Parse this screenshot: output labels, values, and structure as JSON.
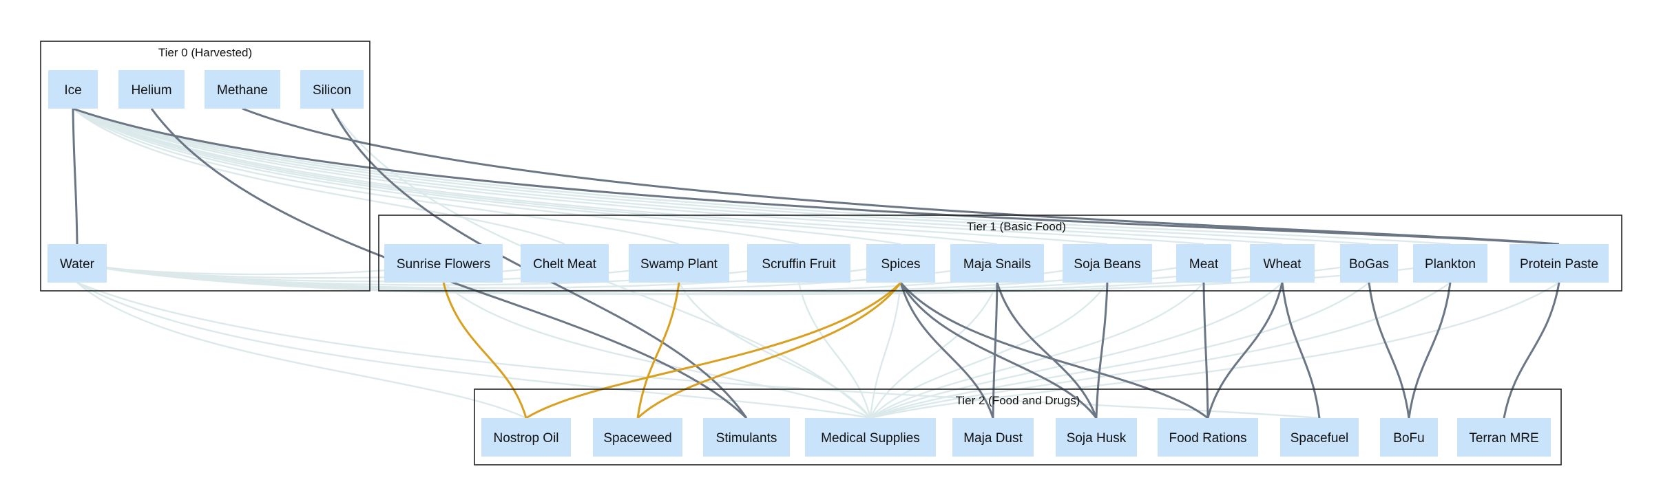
{
  "colors": {
    "node_fill": "#c9e3fb",
    "edge_dark": "#6b7685",
    "edge_light": "#dce9ea",
    "edge_gold": "#d9a020",
    "cluster_border": "#222222"
  },
  "clusters": [
    {
      "id": "tier0",
      "label": "Tier 0 (Harvested)"
    },
    {
      "id": "tier1",
      "label": "Tier 1 (Basic Food)"
    },
    {
      "id": "tier2",
      "label": "Tier 2 (Food and Drugs)"
    }
  ],
  "nodes": [
    {
      "id": "ice",
      "label": "Ice",
      "cluster": "tier0"
    },
    {
      "id": "helium",
      "label": "Helium",
      "cluster": "tier0"
    },
    {
      "id": "methane",
      "label": "Methane",
      "cluster": "tier0"
    },
    {
      "id": "silicon",
      "label": "Silicon",
      "cluster": "tier0"
    },
    {
      "id": "water",
      "label": "Water",
      "cluster": "tier0"
    },
    {
      "id": "sunrise",
      "label": "Sunrise Flowers",
      "cluster": "tier1"
    },
    {
      "id": "chelt",
      "label": "Chelt Meat",
      "cluster": "tier1"
    },
    {
      "id": "swamp",
      "label": "Swamp Plant",
      "cluster": "tier1"
    },
    {
      "id": "scruffin",
      "label": "Scruffin Fruit",
      "cluster": "tier1"
    },
    {
      "id": "spices",
      "label": "Spices",
      "cluster": "tier1"
    },
    {
      "id": "majasnails",
      "label": "Maja Snails",
      "cluster": "tier1"
    },
    {
      "id": "sojabeans",
      "label": "Soja Beans",
      "cluster": "tier1"
    },
    {
      "id": "meat",
      "label": "Meat",
      "cluster": "tier1"
    },
    {
      "id": "wheat",
      "label": "Wheat",
      "cluster": "tier1"
    },
    {
      "id": "bogas",
      "label": "BoGas",
      "cluster": "tier1"
    },
    {
      "id": "plankton",
      "label": "Plankton",
      "cluster": "tier1"
    },
    {
      "id": "proteinpaste",
      "label": "Protein Paste",
      "cluster": "tier1"
    },
    {
      "id": "nostrop",
      "label": "Nostrop Oil",
      "cluster": "tier2"
    },
    {
      "id": "spaceweed",
      "label": "Spaceweed",
      "cluster": "tier2"
    },
    {
      "id": "stimulants",
      "label": "Stimulants",
      "cluster": "tier2"
    },
    {
      "id": "medical",
      "label": "Medical Supplies",
      "cluster": "tier2"
    },
    {
      "id": "majadust",
      "label": "Maja Dust",
      "cluster": "tier2"
    },
    {
      "id": "sojahusk",
      "label": "Soja Husk",
      "cluster": "tier2"
    },
    {
      "id": "foodrations",
      "label": "Food Rations",
      "cluster": "tier2"
    },
    {
      "id": "spacefuel",
      "label": "Spacefuel",
      "cluster": "tier2"
    },
    {
      "id": "bofu",
      "label": "BoFu",
      "cluster": "tier2"
    },
    {
      "id": "terranmre",
      "label": "Terran MRE",
      "cluster": "tier2"
    }
  ],
  "edges": [
    {
      "from": "water",
      "to": "sunrise",
      "style": "light"
    },
    {
      "from": "water",
      "to": "chelt",
      "style": "light"
    },
    {
      "from": "water",
      "to": "swamp",
      "style": "light"
    },
    {
      "from": "water",
      "to": "scruffin",
      "style": "light"
    },
    {
      "from": "water",
      "to": "spices",
      "style": "light"
    },
    {
      "from": "water",
      "to": "majasnails",
      "style": "light"
    },
    {
      "from": "water",
      "to": "sojabeans",
      "style": "light"
    },
    {
      "from": "water",
      "to": "meat",
      "style": "light"
    },
    {
      "from": "water",
      "to": "wheat",
      "style": "light"
    },
    {
      "from": "water",
      "to": "bogas",
      "style": "light"
    },
    {
      "from": "water",
      "to": "plankton",
      "style": "light"
    },
    {
      "from": "water",
      "to": "nostrop",
      "style": "light"
    },
    {
      "from": "water",
      "to": "medical",
      "style": "light"
    },
    {
      "from": "water",
      "to": "spacefuel",
      "style": "light"
    },
    {
      "from": "ice",
      "to": "chelt",
      "style": "light"
    },
    {
      "from": "ice",
      "to": "swamp",
      "style": "light"
    },
    {
      "from": "ice",
      "to": "scruffin",
      "style": "light"
    },
    {
      "from": "ice",
      "to": "spices",
      "style": "light"
    },
    {
      "from": "ice",
      "to": "majasnails",
      "style": "light"
    },
    {
      "from": "ice",
      "to": "sojabeans",
      "style": "light"
    },
    {
      "from": "ice",
      "to": "meat",
      "style": "light"
    },
    {
      "from": "ice",
      "to": "wheat",
      "style": "light"
    },
    {
      "from": "ice",
      "to": "bogas",
      "style": "light"
    },
    {
      "from": "ice",
      "to": "plankton",
      "style": "light"
    },
    {
      "from": "sunrise",
      "to": "medical",
      "style": "light"
    },
    {
      "from": "scruffin",
      "to": "medical",
      "style": "light"
    },
    {
      "from": "spices",
      "to": "medical",
      "style": "light"
    },
    {
      "from": "majasnails",
      "to": "medical",
      "style": "light"
    },
    {
      "from": "sojabeans",
      "to": "medical",
      "style": "light"
    },
    {
      "from": "meat",
      "to": "medical",
      "style": "light"
    },
    {
      "from": "wheat",
      "to": "medical",
      "style": "light"
    },
    {
      "from": "bogas",
      "to": "medical",
      "style": "light"
    },
    {
      "from": "plankton",
      "to": "medical",
      "style": "light"
    },
    {
      "from": "proteinpaste",
      "to": "medical",
      "style": "light"
    },
    {
      "from": "swamp",
      "to": "medical",
      "style": "light"
    },
    {
      "from": "silicon",
      "to": "medical",
      "style": "light"
    },
    {
      "from": "ice",
      "to": "water",
      "style": "dark"
    },
    {
      "from": "ice",
      "to": "proteinpaste",
      "style": "dark"
    },
    {
      "from": "methane",
      "to": "proteinpaste",
      "style": "dark"
    },
    {
      "from": "silicon",
      "to": "stimulants",
      "style": "dark"
    },
    {
      "from": "helium",
      "to": "stimulants",
      "style": "dark"
    },
    {
      "from": "spices",
      "to": "majadust",
      "style": "dark"
    },
    {
      "from": "spices",
      "to": "sojahusk",
      "style": "dark"
    },
    {
      "from": "spices",
      "to": "foodrations",
      "style": "dark"
    },
    {
      "from": "majasnails",
      "to": "majadust",
      "style": "dark"
    },
    {
      "from": "majasnails",
      "to": "sojahusk",
      "style": "dark"
    },
    {
      "from": "sojabeans",
      "to": "sojahusk",
      "style": "dark"
    },
    {
      "from": "meat",
      "to": "foodrations",
      "style": "dark"
    },
    {
      "from": "wheat",
      "to": "foodrations",
      "style": "dark"
    },
    {
      "from": "wheat",
      "to": "spacefuel",
      "style": "dark"
    },
    {
      "from": "bogas",
      "to": "bofu",
      "style": "dark"
    },
    {
      "from": "plankton",
      "to": "bofu",
      "style": "dark"
    },
    {
      "from": "proteinpaste",
      "to": "terranmre",
      "style": "dark"
    },
    {
      "from": "sunrise",
      "to": "nostrop",
      "style": "gold"
    },
    {
      "from": "spices",
      "to": "nostrop",
      "style": "gold"
    },
    {
      "from": "swamp",
      "to": "spaceweed",
      "style": "gold"
    },
    {
      "from": "spices",
      "to": "spaceweed",
      "style": "gold"
    }
  ]
}
